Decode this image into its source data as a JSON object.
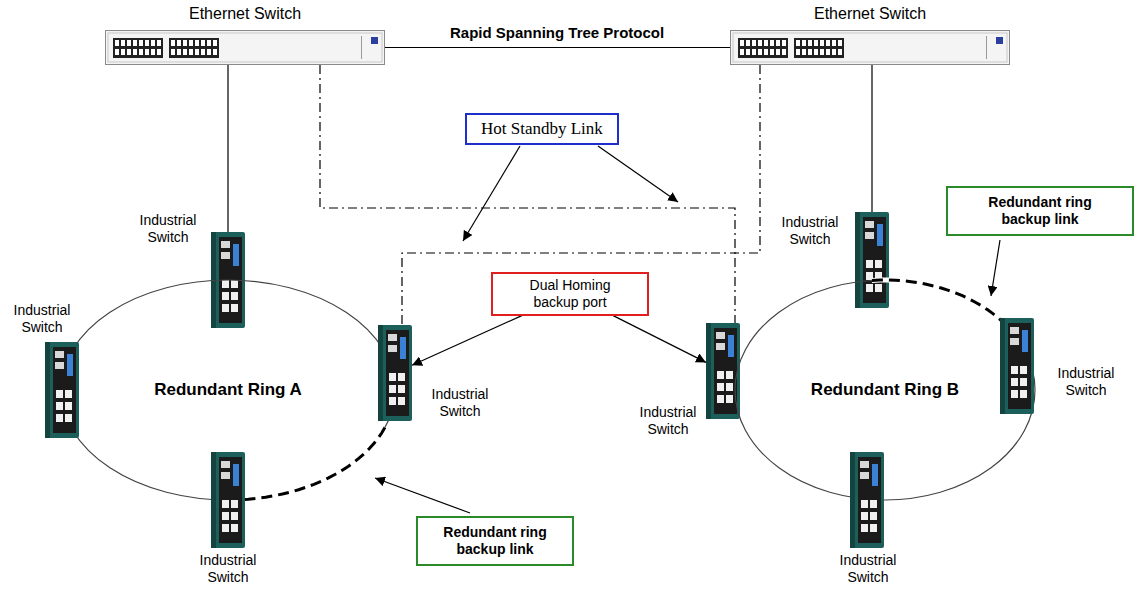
{
  "diagram": {
    "nodes": [
      {
        "text": [
          "Ethernet Switch"
        ]
      },
      {
        "text": [
          "Ethernet Switch"
        ]
      },
      {
        "text": [
          "Hot Standby Link"
        ]
      },
      {
        "text": [
          "Industrial Switch"
        ]
      },
      {
        "text": [
          "Industrial Switch"
        ]
      },
      {
        "text": [
          "Redundant ring backup link"
        ]
      },
      {
        "text": [
          "Dual Homing backup port"
        ]
      },
      {
        "text": [
          "Redundant Ring A"
        ]
      },
      {
        "text": [
          "Industrial Switch"
        ]
      },
      {
        "text": [
          "Industrial Switch"
        ]
      },
      {
        "text": [
          "Industrial Switch"
        ]
      },
      {
        "text": [
          "Redundant Ring B"
        ]
      },
      {
        "text": [
          "Industrial Switch"
        ]
      },
      {
        "text": [
          "Redundant ring backup link"
        ]
      },
      {
        "text": [
          "Industrial Switch"
        ]
      },
      {
        "text": [
          "Industrial Switch"
        ]
      }
    ],
    "edges": [
      {
        "from": 0,
        "to": 1,
        "arrow": "none",
        "label": "Rapid Spanning Tree Protocol"
      },
      {
        "from": 0,
        "to": 3,
        "arrow": "none"
      },
      {
        "from": 1,
        "to": 4,
        "arrow": "none"
      },
      {
        "from": 0,
        "to": 10,
        "arrow": "none"
      },
      {
        "from": 1,
        "to": 9,
        "arrow": "none"
      },
      {
        "from": 6,
        "to": 9,
        "arrow": "to"
      },
      {
        "from": 6,
        "to": 10,
        "arrow": "to"
      }
    ]
  }
}
